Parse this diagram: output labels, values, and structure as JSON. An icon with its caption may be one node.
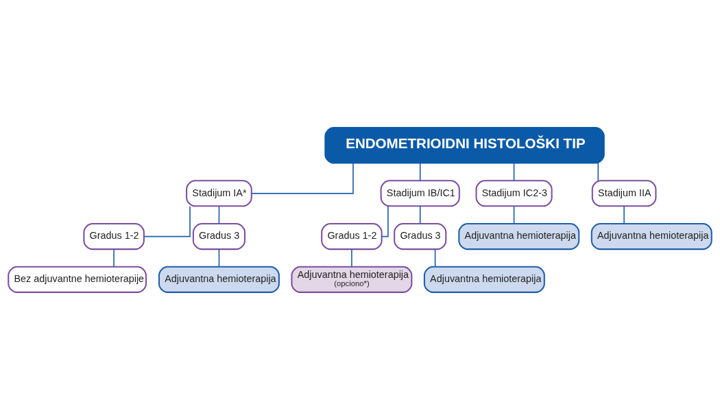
{
  "diagram": {
    "nodes": [
      {
        "text": [
          "ENDOMETRIOIDNI HISTOLOŠKI TIP"
        ]
      },
      {
        "text": [
          "Stadijum IA*"
        ]
      },
      {
        "text": [
          "Stadijum IB/IC1"
        ]
      },
      {
        "text": [
          "Stadijum IC2-3"
        ]
      },
      {
        "text": [
          "Stadijum IIA"
        ]
      },
      {
        "text": [
          "Gradus 1-2"
        ]
      },
      {
        "text": [
          "Gradus 3"
        ]
      },
      {
        "text": [
          "Bez adjuvantne hemioterapije"
        ]
      },
      {
        "text": [
          "Adjuvantna hemioterapija"
        ]
      },
      {
        "text": [
          "Adjuvantna hemioterapija"
        ]
      },
      {
        "text": [
          "Adjuvantna hemioterapija"
        ]
      },
      {
        "text": [
          "Gradus 1-2"
        ]
      },
      {
        "text": [
          "Gradus 3"
        ]
      },
      {
        "text": [
          "Adjuvantna hemioterapija",
          "(opciono*)"
        ]
      },
      {
        "text": [
          "Adjuvantna hemioterapija"
        ]
      }
    ],
    "edges": [
      {
        "from": 0,
        "to": 1,
        "arrow": "none"
      },
      {
        "from": 0,
        "to": 2,
        "arrow": "none"
      },
      {
        "from": 0,
        "to": 3,
        "arrow": "none"
      },
      {
        "from": 0,
        "to": 4,
        "arrow": "none"
      },
      {
        "from": 1,
        "to": 5,
        "arrow": "none"
      },
      {
        "from": 1,
        "to": 6,
        "arrow": "none"
      },
      {
        "from": 5,
        "to": 7,
        "arrow": "none"
      },
      {
        "from": 6,
        "to": 8,
        "arrow": "none"
      },
      {
        "from": 3,
        "to": 9,
        "arrow": "none"
      },
      {
        "from": 4,
        "to": 10,
        "arrow": "none"
      },
      {
        "from": 2,
        "to": 11,
        "arrow": "none"
      },
      {
        "from": 2,
        "to": 12,
        "arrow": "none"
      },
      {
        "from": 11,
        "to": 13,
        "arrow": "none"
      },
      {
        "from": 12,
        "to": 14,
        "arrow": "none"
      }
    ]
  }
}
